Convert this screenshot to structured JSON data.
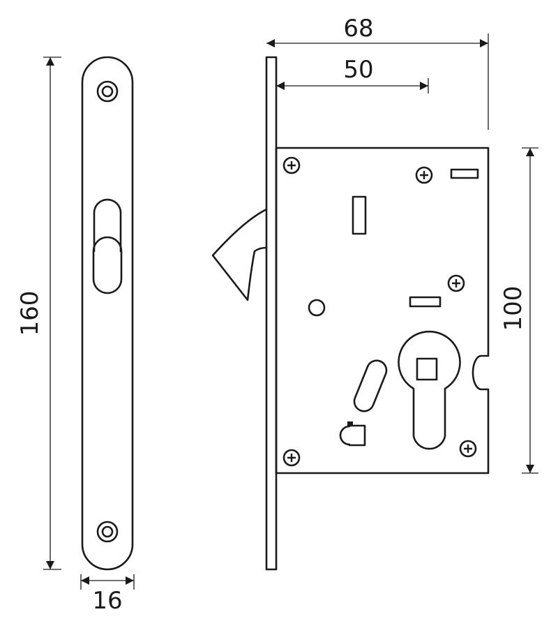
{
  "dimensions": {
    "height": "160",
    "width": "16",
    "depth": "68",
    "backset": "50",
    "case_height": "100"
  },
  "colors": {
    "line": "#1a1a1a",
    "background": "#ffffff"
  }
}
